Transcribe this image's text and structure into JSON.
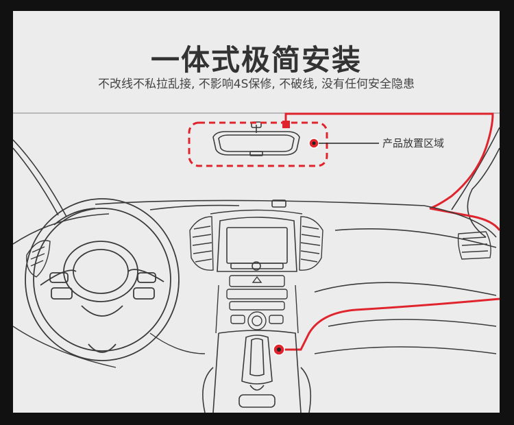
{
  "header": {
    "title": "一体式极简安装",
    "subtitle": "不改线不私拉乱接, 不影响4S保修, 不破线, 没有任何安全隐患"
  },
  "annotation": {
    "label": "产品放置区域"
  },
  "colors": {
    "background": "#111111",
    "panel": "#ececec",
    "line_art": "#3a3a3a",
    "highlight": "#e0242d",
    "text": "#333333"
  },
  "icons": {
    "mirror": "rear-view-mirror-icon",
    "wheel": "steering-wheel-icon",
    "screen": "infotainment-screen-icon"
  }
}
